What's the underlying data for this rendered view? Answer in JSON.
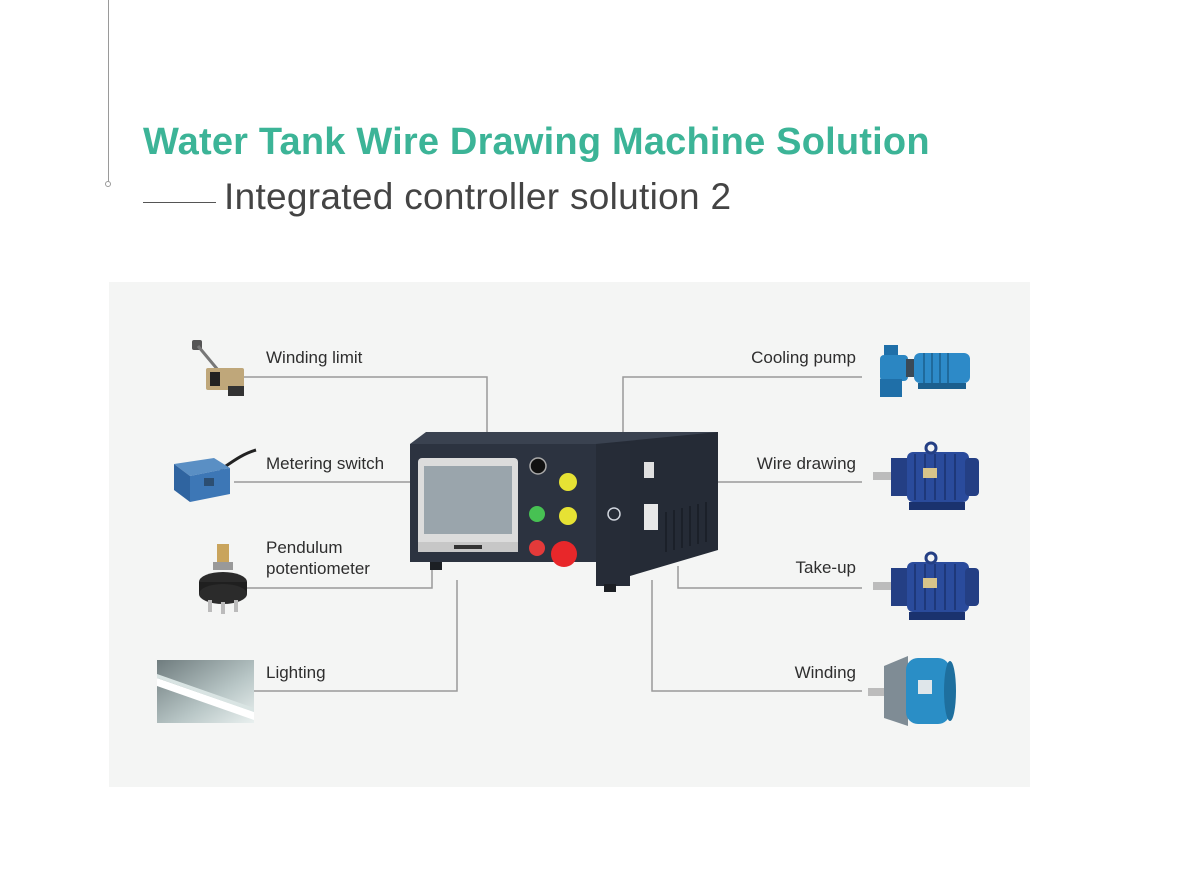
{
  "header": {
    "title": "Water Tank Wire Drawing Machine Solution",
    "subtitle": "Integrated controller solution 2"
  },
  "inputs": [
    {
      "label": "Winding limit"
    },
    {
      "label": "Metering switch"
    },
    {
      "label": "Pendulum\npotentiometer"
    },
    {
      "label": "Lighting"
    }
  ],
  "outputs": [
    {
      "label": "Cooling pump"
    },
    {
      "label": "Wire drawing"
    },
    {
      "label": "Take-up"
    },
    {
      "label": "Winding"
    }
  ],
  "colors": {
    "title": "#3cb497",
    "wire": "#9a9a9a",
    "panel": "#f4f5f4",
    "controller": "#2c3340"
  },
  "icons": {
    "winding_limit": "limit-switch-icon",
    "metering_switch": "proximity-sensor-icon",
    "pendulum_potentiometer": "potentiometer-icon",
    "lighting": "led-tube-light-icon",
    "cooling_pump": "pump-icon",
    "wire_drawing": "motor-icon",
    "take_up": "motor-icon",
    "winding": "servo-motor-icon"
  }
}
